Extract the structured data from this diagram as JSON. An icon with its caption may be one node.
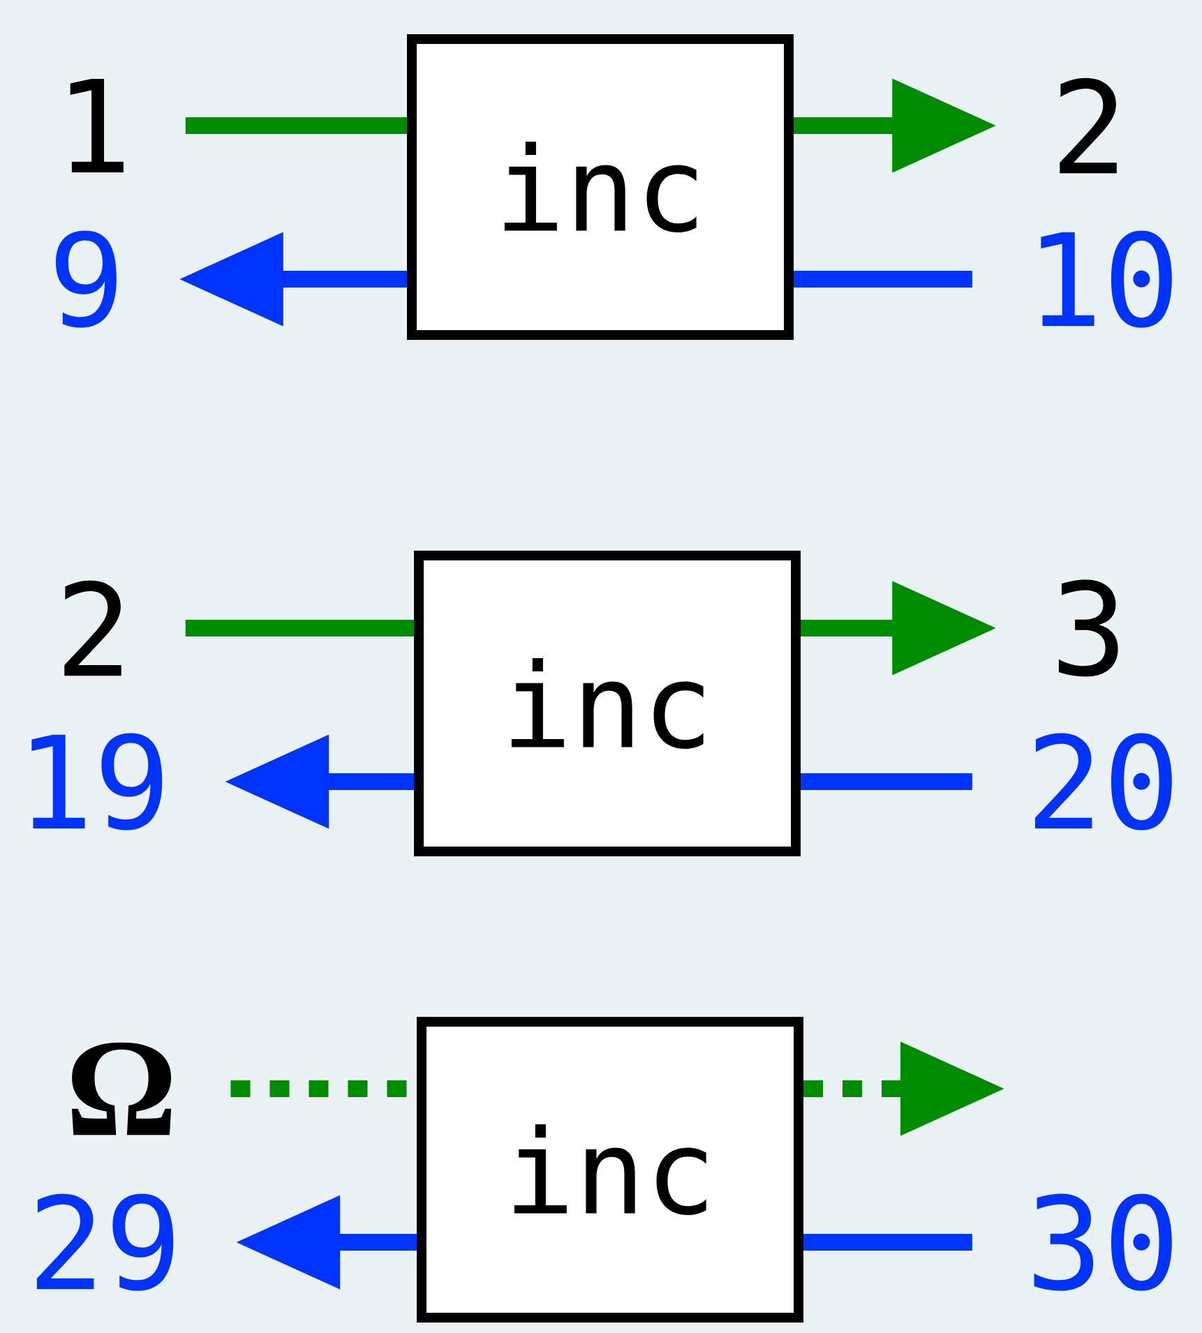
{
  "diagram": {
    "nodes": [
      {
        "text": [
          "1"
        ]
      },
      {
        "text": [
          "inc"
        ]
      },
      {
        "text": [
          "2"
        ]
      },
      {
        "text": [
          "9"
        ]
      },
      {
        "text": [
          "10"
        ]
      },
      {
        "text": [
          "2"
        ]
      },
      {
        "text": [
          "inc"
        ]
      },
      {
        "text": [
          "3"
        ]
      },
      {
        "text": [
          "19"
        ]
      },
      {
        "text": [
          "20"
        ]
      },
      {
        "text": [
          "Ω"
        ]
      },
      {
        "text": [
          "inc"
        ]
      },
      {
        "text": [
          "29"
        ]
      },
      {
        "text": [
          "30"
        ]
      }
    ],
    "edges": [
      {
        "from": 0,
        "to": 1,
        "arrow": "none",
        "color": "#008c00"
      },
      {
        "from": 1,
        "to": 2,
        "arrow": "to",
        "color": "#008c00"
      },
      {
        "from": 4,
        "to": 1,
        "arrow": "none",
        "color": "#0033ff"
      },
      {
        "from": 1,
        "to": 3,
        "arrow": "to",
        "color": "#0033ff"
      },
      {
        "from": 5,
        "to": 6,
        "arrow": "none",
        "color": "#008c00"
      },
      {
        "from": 6,
        "to": 7,
        "arrow": "to",
        "color": "#008c00"
      },
      {
        "from": 9,
        "to": 6,
        "arrow": "none",
        "color": "#0033ff"
      },
      {
        "from": 6,
        "to": 8,
        "arrow": "to",
        "color": "#0033ff"
      },
      {
        "from": 10,
        "to": 11,
        "arrow": "none",
        "style": "dashed",
        "color": "#008c00"
      },
      {
        "from": 11,
        "to": null,
        "arrow": "to",
        "style": "dashed",
        "color": "#008c00"
      },
      {
        "from": 13,
        "to": 11,
        "arrow": "none",
        "color": "#0033ff"
      },
      {
        "from": 11,
        "to": 12,
        "arrow": "to",
        "color": "#0033ff"
      }
    ]
  }
}
